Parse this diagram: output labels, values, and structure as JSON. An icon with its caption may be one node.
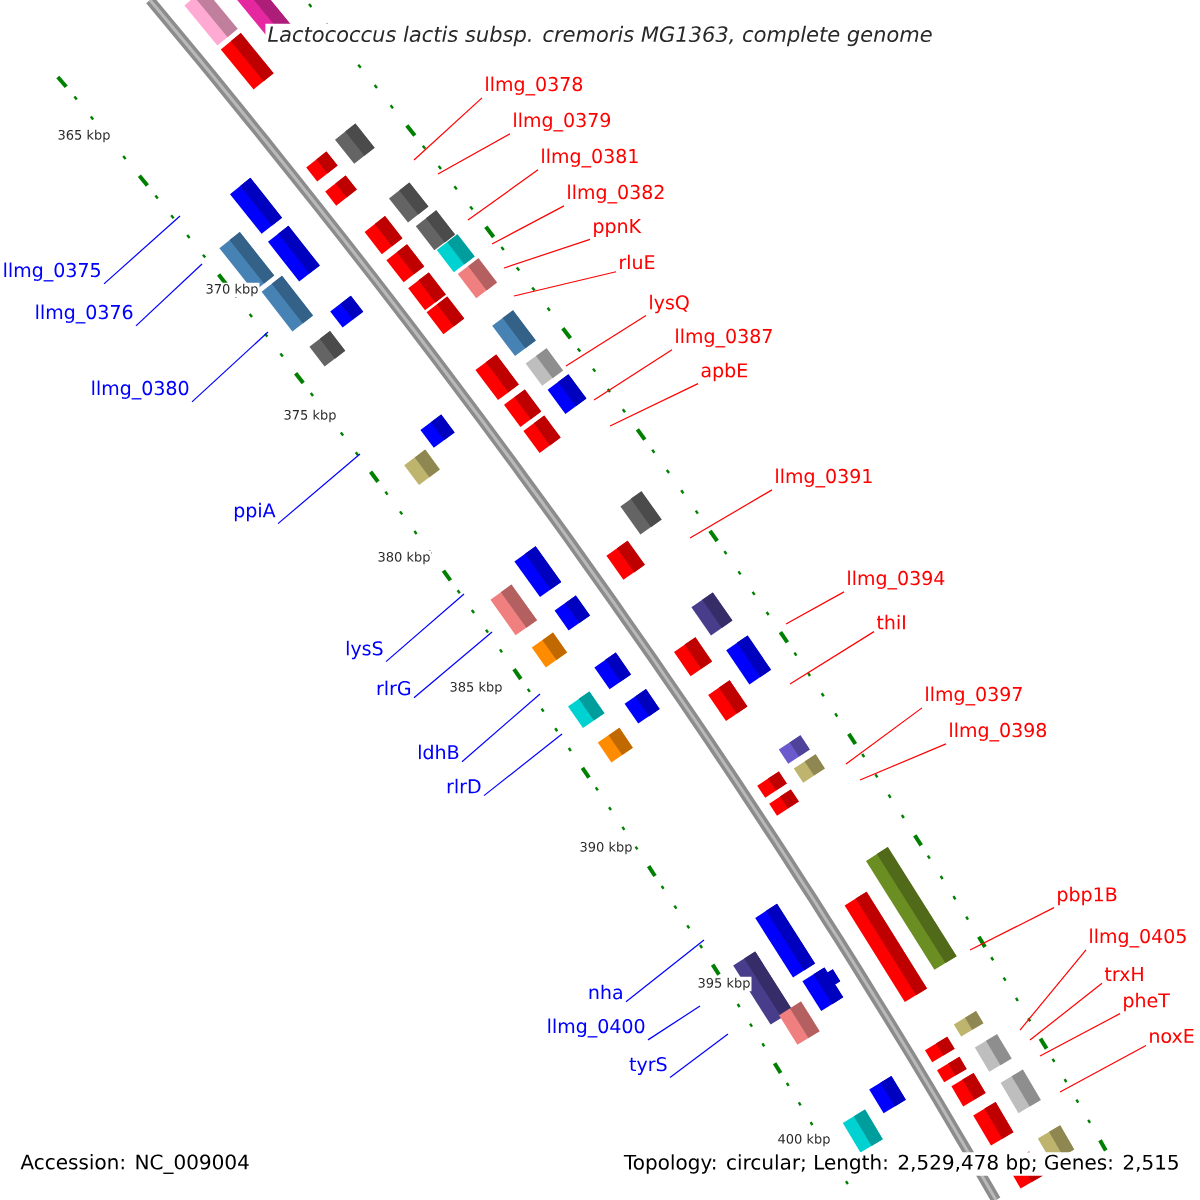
{
  "diagram": {
    "title": "*Lactococcus lactis* subsp. *cremoris* MG1363, complete genome",
    "nodes": [
      {
        "text": [
          "llmg_0378"
        ]
      },
      {
        "text": [
          "llmg_0379"
        ]
      },
      {
        "text": [
          "llmg_0381"
        ]
      },
      {
        "text": [
          "llmg_0382"
        ]
      },
      {
        "text": [
          "ppnK"
        ]
      },
      {
        "text": [
          "rluE"
        ]
      },
      {
        "text": [
          "llmg_0375"
        ]
      },
      {
        "text": [
          "lysQ"
        ]
      },
      {
        "text": [
          "llmg_0376"
        ]
      },
      {
        "text": [
          "llmg_0387"
        ]
      },
      {
        "text": [
          "apbE"
        ]
      },
      {
        "text": [
          "llmg_0380"
        ]
      },
      {
        "text": [
          "llmg_0391"
        ]
      },
      {
        "text": [
          "ppiA"
        ]
      },
      {
        "text": [
          "llmg_0394"
        ]
      },
      {
        "text": [
          "thiI"
        ]
      },
      {
        "text": [
          "lysS"
        ]
      },
      {
        "text": [
          "rlrG"
        ]
      },
      {
        "text": [
          "llmg_0397"
        ]
      },
      {
        "text": [
          "llmg_0398"
        ]
      },
      {
        "text": [
          "ldhB"
        ]
      },
      {
        "text": [
          "rlrD"
        ]
      },
      {
        "text": [
          "pbp1B"
        ]
      },
      {
        "text": [
          "llmg_0405"
        ]
      },
      {
        "text": [
          "trxH"
        ]
      },
      {
        "text": [
          "nha"
        ]
      },
      {
        "text": [
          "pheT"
        ]
      },
      {
        "text": [
          "llmg_0400"
        ]
      },
      {
        "text": [
          "noxE"
        ]
      },
      {
        "text": [
          "tyrS"
        ]
      }
    ],
    "edges": [
      {
        "from": 0,
        "to": null,
        "arrow": "none"
      },
      {
        "from": 1,
        "to": null,
        "arrow": "none"
      },
      {
        "from": 2,
        "to": null,
        "arrow": "none"
      },
      {
        "from": 3,
        "to": null,
        "arrow": "none"
      },
      {
        "from": 4,
        "to": null,
        "arrow": "none"
      },
      {
        "from": 5,
        "to": null,
        "arrow": "none"
      },
      {
        "from": 6,
        "to": null,
        "arrow": "none",
        "color": "#0000ff"
      },
      {
        "from": 7,
        "to": null,
        "arrow": "none"
      },
      {
        "from": 8,
        "to": null,
        "arrow": "none",
        "color": "#0000ff"
      },
      {
        "from": 9,
        "to": null,
        "arrow": "none"
      },
      {
        "from": 10,
        "to": null,
        "arrow": "none"
      },
      {
        "from": 11,
        "to": null,
        "arrow": "none",
        "color": "#0000ff"
      },
      {
        "from": 12,
        "to": null,
        "arrow": "none"
      },
      {
        "from": 13,
        "to": null,
        "arrow": "none",
        "color": "#0000ff"
      },
      {
        "from": 14,
        "to": null,
        "arrow": "none"
      },
      {
        "from": 15,
        "to": null,
        "arrow": "none"
      },
      {
        "from": 16,
        "to": null,
        "arrow": "none",
        "color": "#0000ff"
      },
      {
        "from": 17,
        "to": null,
        "arrow": "none",
        "color": "#0000ff"
      },
      {
        "from": 18,
        "to": null,
        "arrow": "none"
      },
      {
        "from": 19,
        "to": null,
        "arrow": "none"
      },
      {
        "from": 20,
        "to": null,
        "arrow": "none",
        "color": "#0000ff"
      },
      {
        "from": 21,
        "to": null,
        "arrow": "none",
        "color": "#0000ff"
      },
      {
        "from": 22,
        "to": null,
        "arrow": "none"
      },
      {
        "from": 23,
        "to": null,
        "arrow": "none"
      },
      {
        "from": 24,
        "to": null,
        "arrow": "none"
      },
      {
        "from": 25,
        "to": null,
        "arrow": "none",
        "color": "#0000ff"
      },
      {
        "from": 26,
        "to": null,
        "arrow": "none"
      },
      {
        "from": 27,
        "to": null,
        "arrow": "none",
        "color": "#0000ff"
      },
      {
        "from": 28,
        "to": null,
        "arrow": "none"
      },
      {
        "from": 29,
        "to": null,
        "arrow": "none",
        "color": "#0000ff"
      }
    ],
    "labels": [
      "365 kbp",
      "370 kbp",
      "375 kbp",
      "380 kbp",
      "385 kbp",
      "390 kbp",
      "395 kbp",
      "400 kbp",
      "Accession: NC_009004",
      "Topology: circular; Length: 2,529,478 bp; Genes: 2,515"
    ]
  }
}
